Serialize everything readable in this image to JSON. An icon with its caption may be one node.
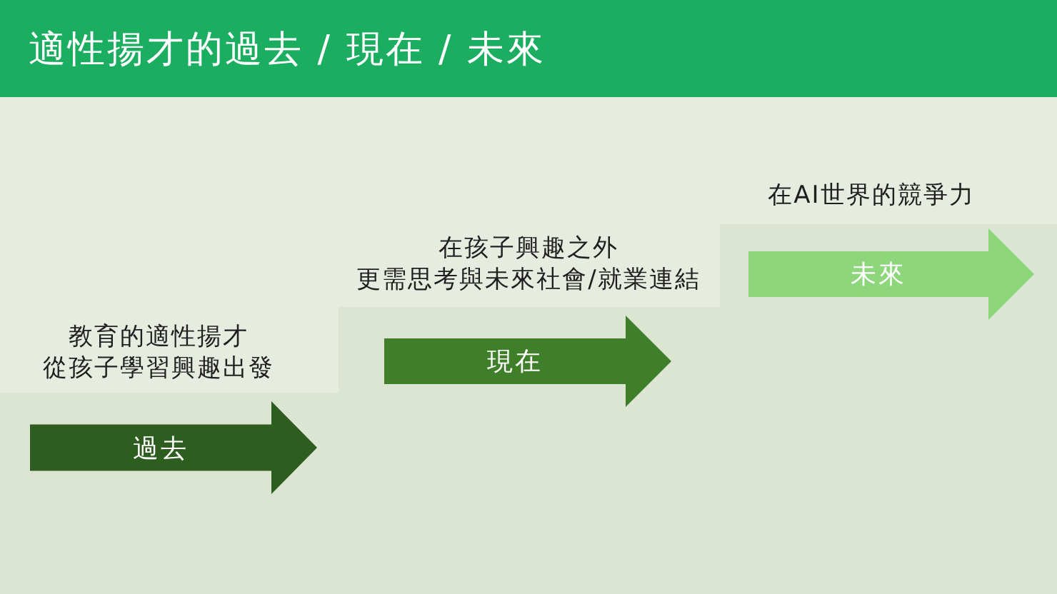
{
  "diagram": {
    "title": "適性揚才的過去 / 現在 / 未來",
    "nodes": [
      {
        "text": [
          "過去"
        ],
        "beside": [
          "教育的適性揚才",
          "從孩子學習興趣出發"
        ]
      },
      {
        "text": [
          "現在"
        ],
        "beside": [
          "在孩子興趣之外",
          "更需思考與未來社會/就業連結"
        ]
      },
      {
        "text": [
          "未來"
        ],
        "beside": [
          "在AI世界的競爭力"
        ]
      }
    ]
  }
}
